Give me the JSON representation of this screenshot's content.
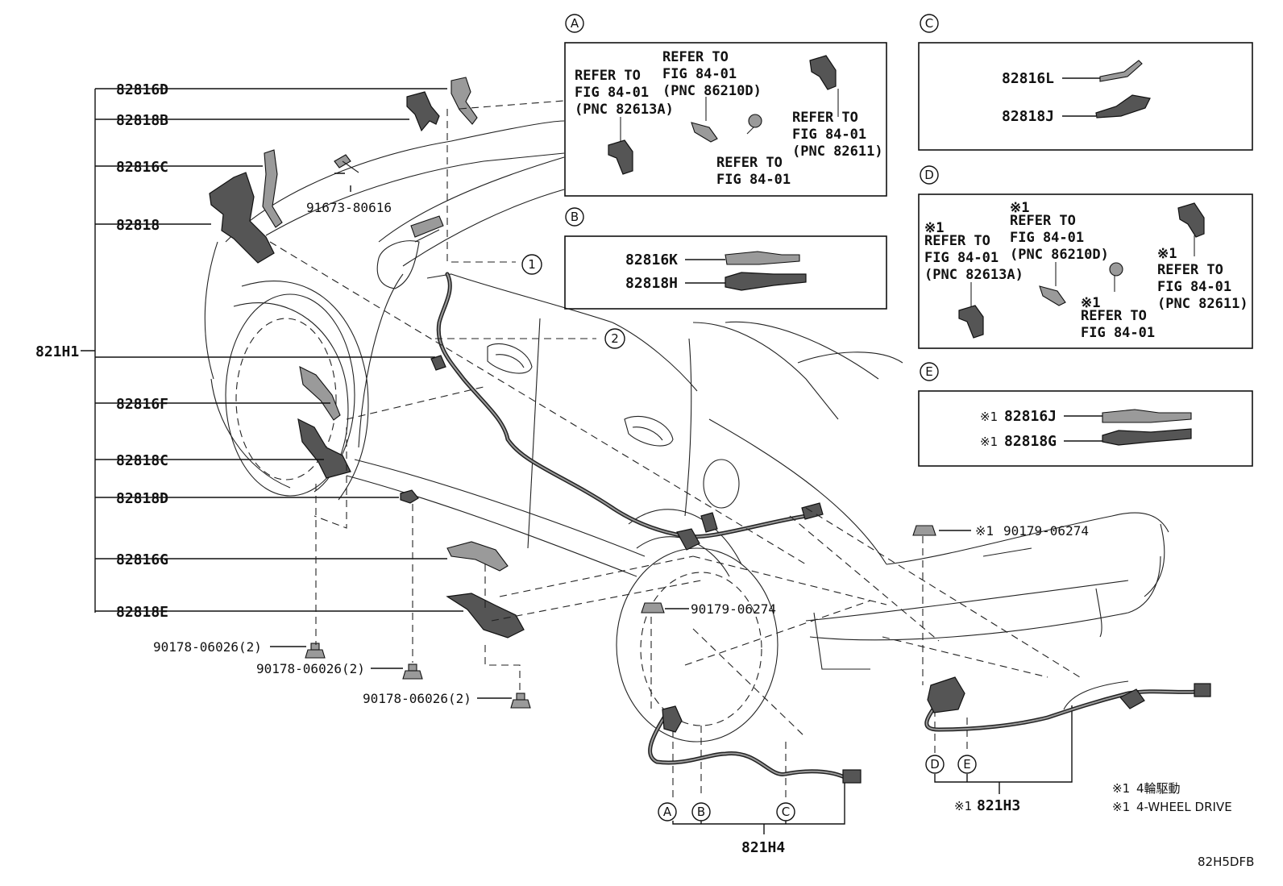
{
  "left_labels": {
    "l1": "82816D",
    "l2": "82818B",
    "l3": "82816C",
    "l4": "82818",
    "l5": "821H1",
    "l6": "82816F",
    "l7": "82818C",
    "l8": "82818D",
    "l9": "82816G",
    "l10": "82818E"
  },
  "clips": {
    "c1": "90178-06026(2)",
    "c2": "90178-06026(2)",
    "c3": "90178-06026(2)",
    "bolt": "91673-80616",
    "nut_front": "90179-06274",
    "nut_rear": "90179-06274"
  },
  "marks": {
    "m1": "※1",
    "m_nut_rear": "※1",
    "m_821h3": "※1"
  },
  "callouts": {
    "one": "1",
    "two": "2"
  },
  "panel_a": {
    "tag": "A",
    "r1": [
      "REFER TO",
      "FIG 84-01",
      "(PNC 82613A)"
    ],
    "r2": [
      "REFER TO",
      "FIG 84-01",
      "(PNC 86210D)"
    ],
    "r3": [
      "REFER TO",
      "FIG 84-01"
    ],
    "r4": [
      "REFER TO",
      "FIG 84-01",
      "(PNC 82611)"
    ]
  },
  "panel_b": {
    "tag": "B",
    "p1": "82816K",
    "p2": "82818H"
  },
  "panel_c": {
    "tag": "C",
    "p1": "82816L",
    "p2": "82818J"
  },
  "panel_d": {
    "tag": "D",
    "r1": [
      "REFER TO",
      "FIG 84-01",
      "(PNC 82613A)"
    ],
    "r2": [
      "REFER TO",
      "FIG 84-01",
      "(PNC 86210D)"
    ],
    "r3": [
      "REFER TO",
      "FIG 84-01"
    ],
    "r4": [
      "REFER TO",
      "FIG 84-01",
      "(PNC 82611)"
    ]
  },
  "panel_e": {
    "tag": "E",
    "p1": "82816J",
    "p2": "82818G"
  },
  "harness_front": {
    "label": "821H4",
    "a": "A",
    "b": "B",
    "c": "C"
  },
  "harness_rear": {
    "label": "821H3",
    "d": "D",
    "e": "E"
  },
  "footnote": {
    "line1": "4輪駆動",
    "line2": "4-WHEEL DRIVE"
  },
  "diagram_code": "82H5DFB"
}
